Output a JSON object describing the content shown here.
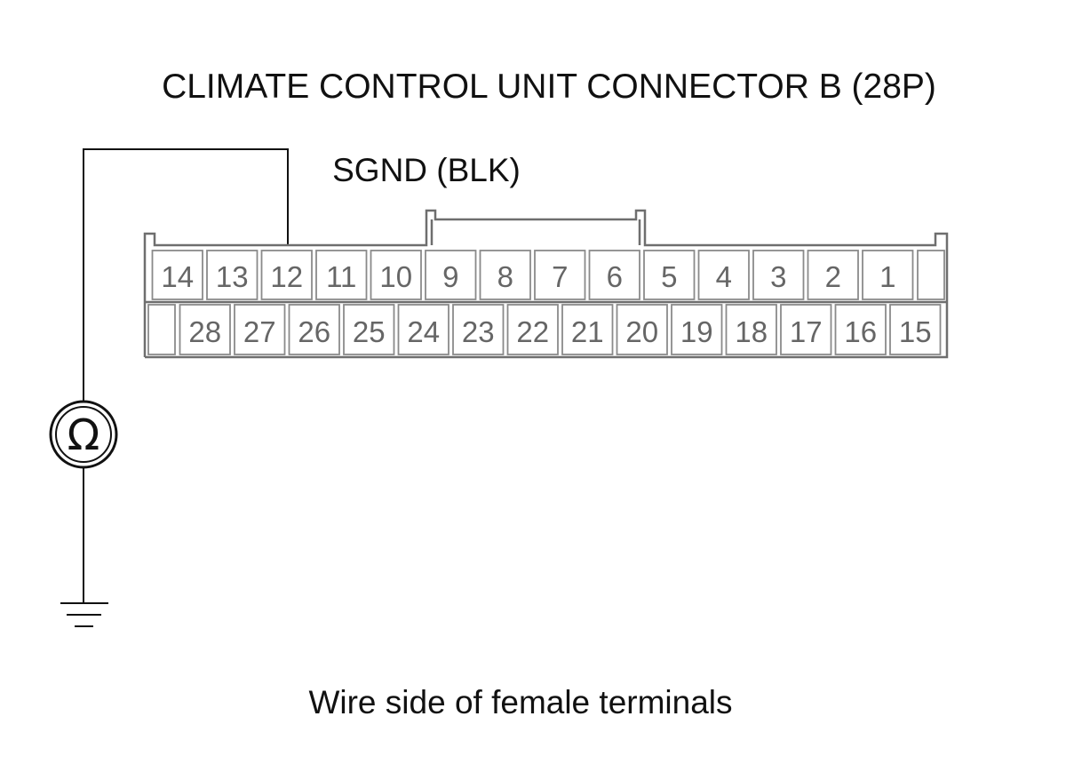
{
  "title": "CLIMATE CONTROL UNIT CONNECTOR B (28P)",
  "wire_label": "SGND (BLK)",
  "caption": "Wire side of female terminals",
  "meter_symbol": "Ω",
  "connector": {
    "pins_per_row": 14,
    "top_row": [
      "14",
      "13",
      "12",
      "11",
      "10",
      "9",
      "8",
      "7",
      "6",
      "5",
      "4",
      "3",
      "2",
      "1"
    ],
    "bottom_row": [
      "28",
      "27",
      "26",
      "25",
      "24",
      "23",
      "22",
      "21",
      "20",
      "19",
      "18",
      "17",
      "16",
      "15"
    ],
    "probed_pin": "12"
  },
  "icons": {
    "meter": "ohmmeter-icon",
    "ground": "ground-icon"
  },
  "colors": {
    "line": "#111111",
    "connector": "#6e6e6e",
    "pin_text": "#666666"
  }
}
